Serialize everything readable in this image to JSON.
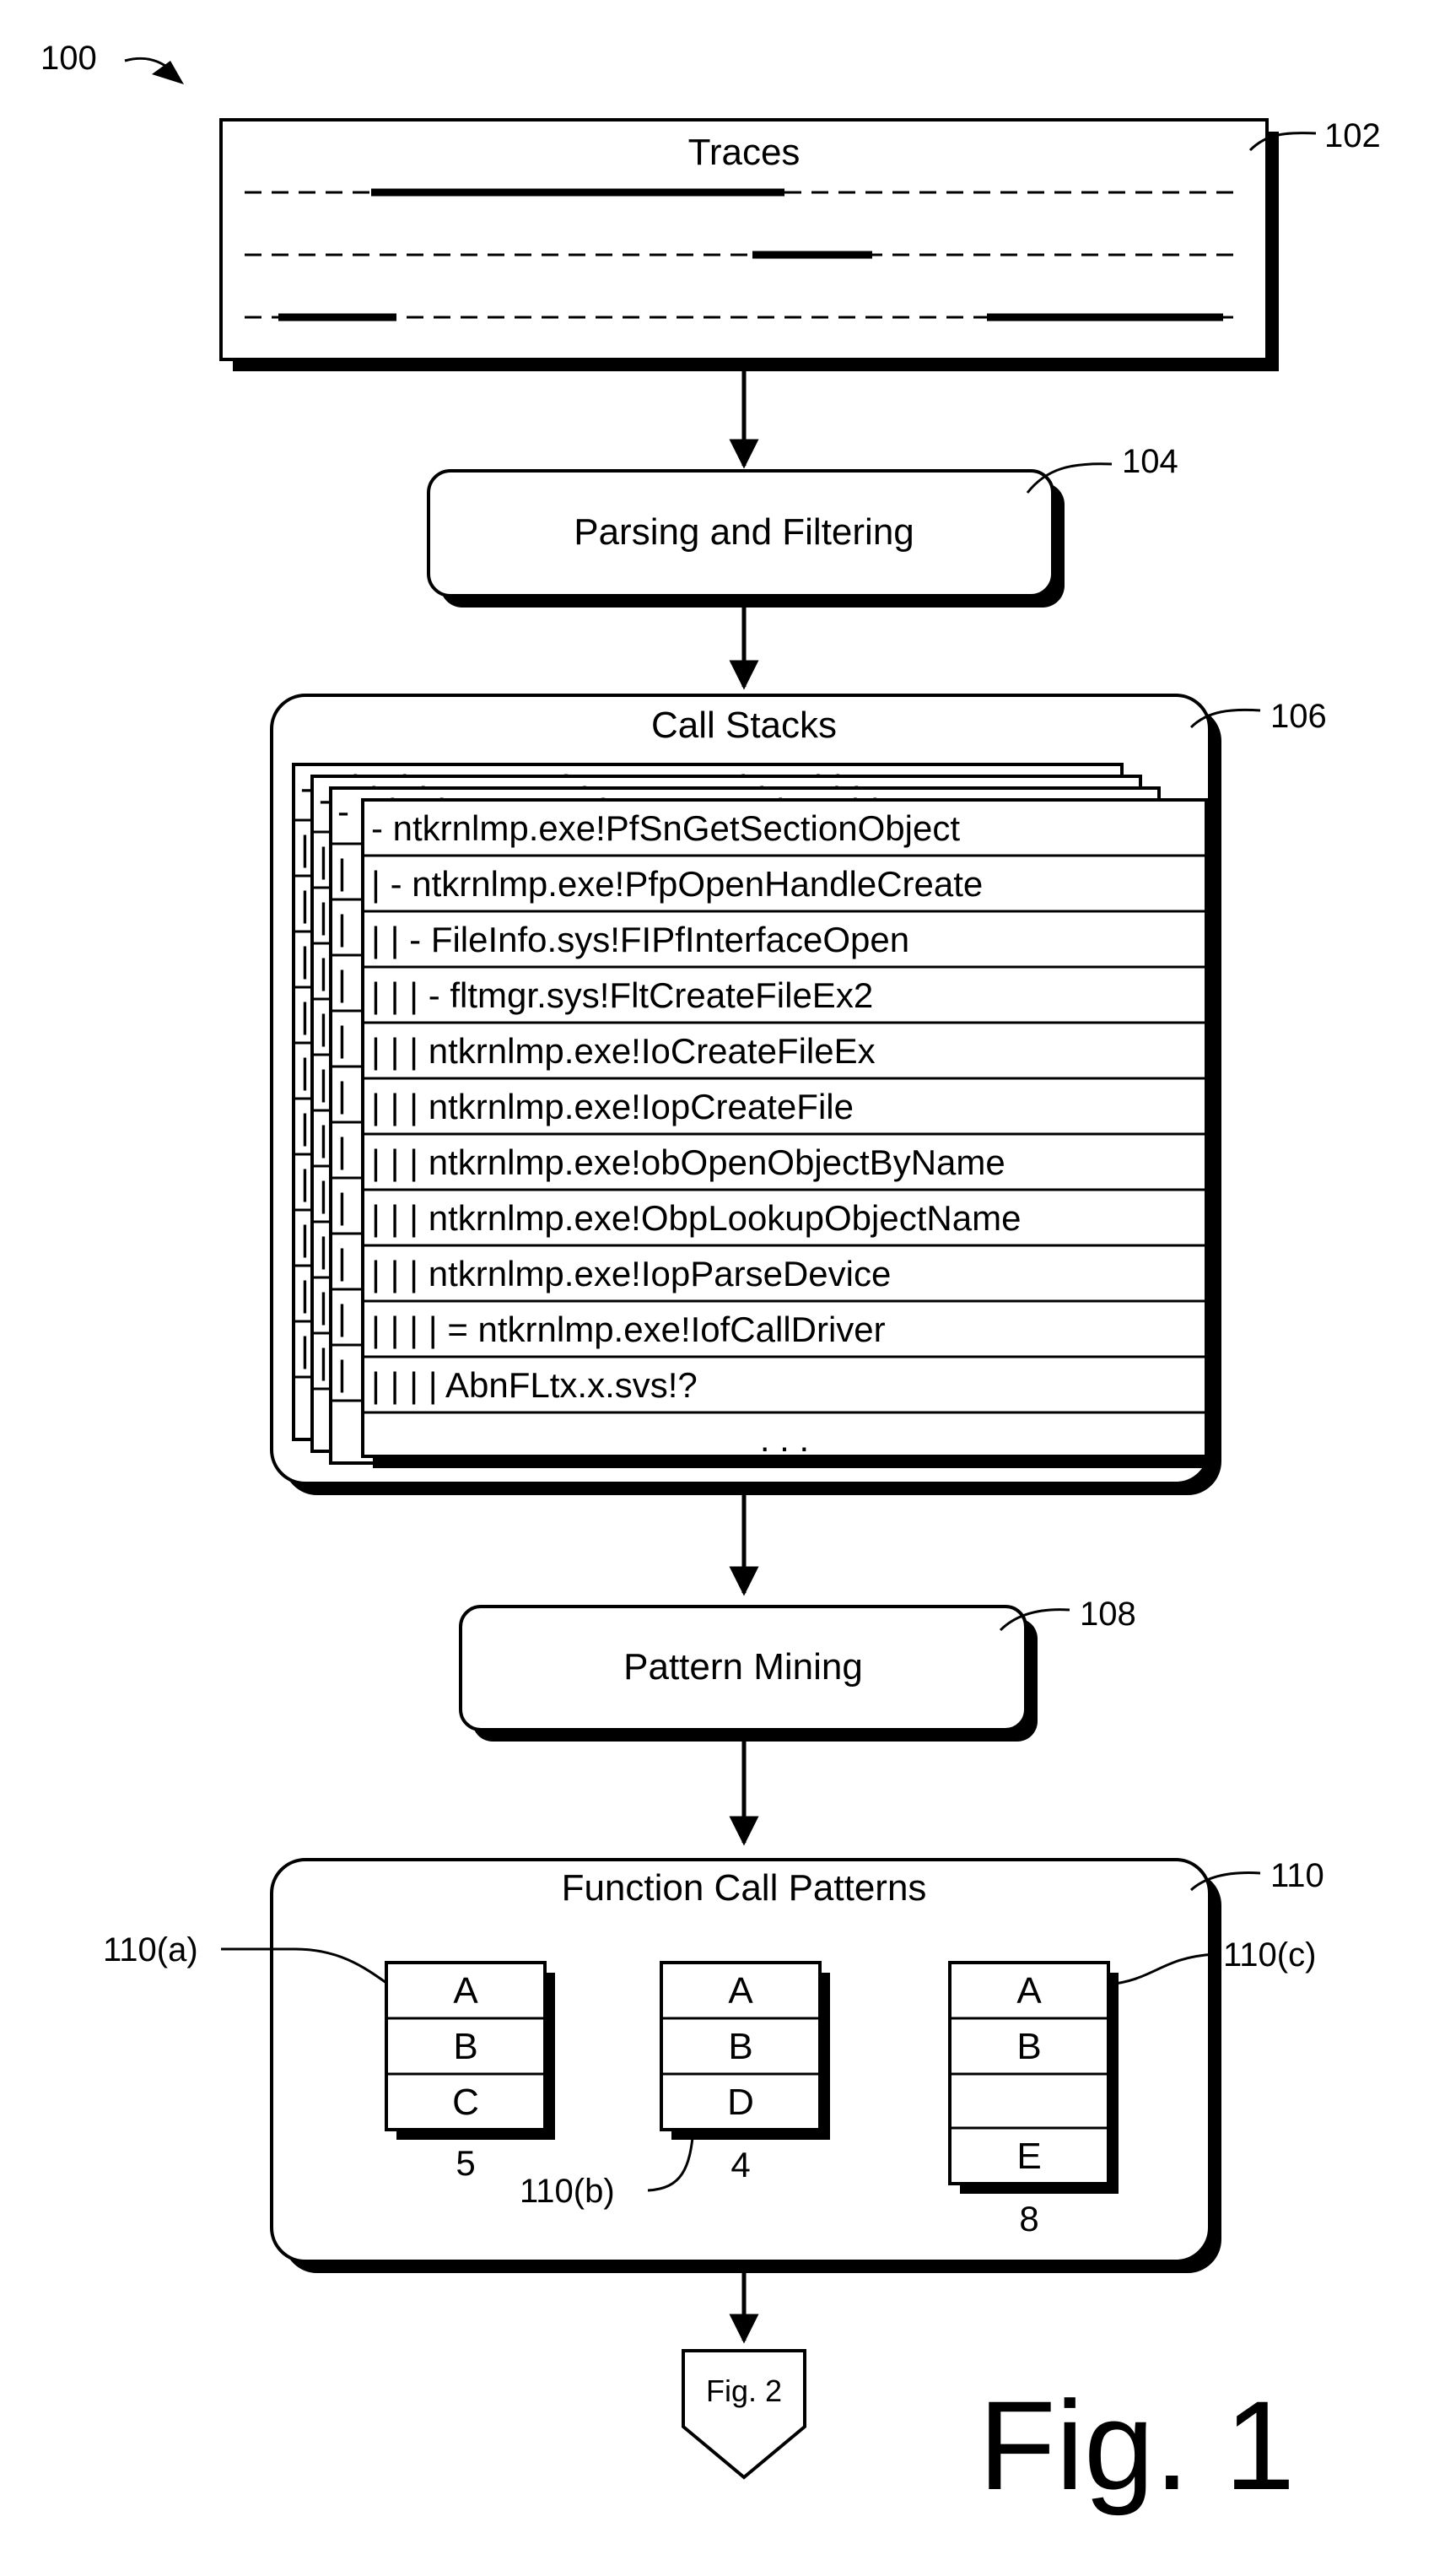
{
  "figure": {
    "ref_main": "100",
    "fig_label": "Fig. 1",
    "offpage_label": "Fig. 2"
  },
  "traces": {
    "title": "Traces",
    "ref": "102"
  },
  "parsing": {
    "label": "Parsing and Filtering",
    "ref": "104"
  },
  "call_stacks": {
    "title": "Call Stacks",
    "ref": "106",
    "back_first_line": "- ntkrnlmp.exe!PfSnGetSectionObject",
    "back_bars": "|",
    "back_bars_2": "| |",
    "lines": [
      "- ntkrnlmp.exe!PfSnGetSectionObject",
      "| - ntkrnlmp.exe!PfpOpenHandleCreate",
      "| | - FileInfo.sys!FIPfInterfaceOpen",
      "| | | - fltmgr.sys!FltCreateFileEx2",
      "| | | ntkrnlmp.exe!IoCreateFileEx",
      "| | | ntkrnlmp.exe!IopCreateFile",
      "| | | ntkrnlmp.exe!obOpenObjectByName",
      "| | | ntkrnlmp.exe!ObpLookupObjectName",
      "| | | ntkrnlmp.exe!IopParseDevice",
      "| | | | = ntkrnlmp.exe!IofCallDriver",
      "| | | | AbnFLtx.x.svs!?"
    ],
    "ellipsis": ". . ."
  },
  "pattern_mining": {
    "label": "Pattern Mining",
    "ref": "108"
  },
  "patterns": {
    "title": "Function Call Patterns",
    "ref": "110",
    "items": [
      {
        "ref": "110(a)",
        "cells": [
          "A",
          "B",
          "C"
        ],
        "count": "5"
      },
      {
        "ref": "110(b)",
        "cells": [
          "A",
          "B",
          "D"
        ],
        "count": "4"
      },
      {
        "ref": "110(c)",
        "cells": [
          "A",
          "B",
          "",
          "E"
        ],
        "count": "8"
      }
    ]
  }
}
